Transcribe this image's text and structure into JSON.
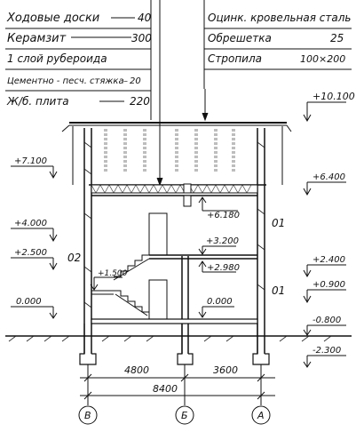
{
  "left_layers": [
    {
      "name": "Ходовые доски",
      "value": "40"
    },
    {
      "name": "Керамзит",
      "value": "300"
    },
    {
      "name": "1 слой рубероида",
      "value": ""
    },
    {
      "name": "Цементно - песч. стяжка",
      "value": "20"
    },
    {
      "name": "Ж/б. плита",
      "value": "220"
    }
  ],
  "right_layers": [
    {
      "name": "Оцинк. кровельная сталь",
      "value": ""
    },
    {
      "name": "Обрешетка",
      "value": "25"
    },
    {
      "name": "Стропила",
      "value": "100×200"
    }
  ],
  "elevations": {
    "ridge": "+10.100",
    "left_upper": "+7.100",
    "right_upper": "+6.400",
    "ceiling": "+6.180",
    "left_mid": "+4.000",
    "left_lower": "+2.500",
    "landing": "+3.200",
    "landing_under": "+2.980",
    "right_mid": "+2.400",
    "stair_landing": "+1.500",
    "right_window": "+0.900",
    "left_floor": "0.000",
    "floor": "0.000",
    "ground": "-0.800",
    "foundation": "-2.300"
  },
  "markers": {
    "left_wall": "02",
    "right_upper": "01",
    "right_lower": "01"
  },
  "dimensions": {
    "left_span": "4800",
    "right_span": "3600",
    "total": "8400"
  },
  "axes": [
    "В",
    "Б",
    "А"
  ]
}
